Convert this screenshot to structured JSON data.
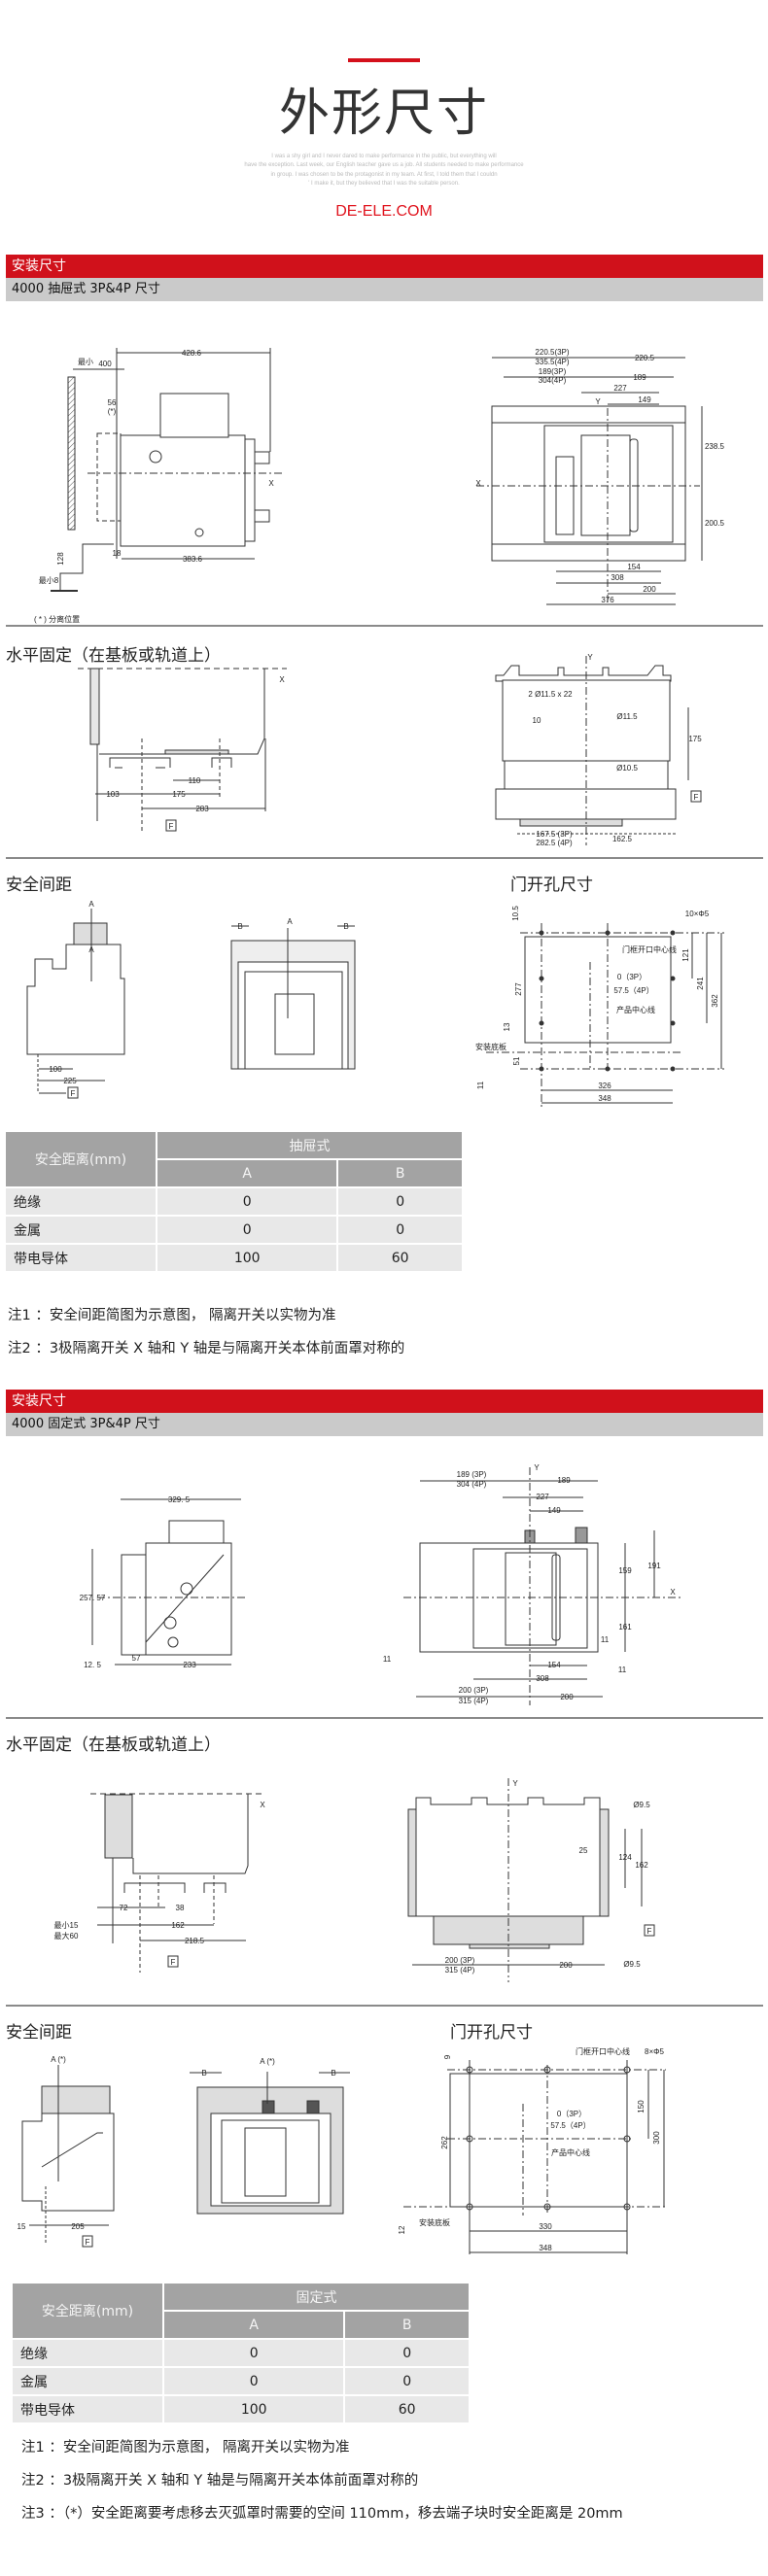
{
  "header": {
    "title": "外形尺寸",
    "filler_text": [
      "I was a shy girl and I never dared to make performance in the public, but everything will",
      "have the exception. Last week, our English teacher gave us a job. All students needed to make performance",
      "in group. I was chosen to be the protagonist in my team. At first, I told them that I couldn",
      "' I make it, but they believed that I was the suitable person."
    ],
    "site": "DE-ELE.COM"
  },
  "colors": {
    "brand_red": "#d0111b",
    "subtitle_bar": "#cacaca",
    "table_header": "#a3a3a3",
    "table_cell": "#e8e8e8"
  },
  "sections": [
    {
      "bar": "安装尺寸",
      "subtitle": "4000 抽屉式 3P&4P 尺寸"
    },
    {
      "bar": "安装尺寸",
      "subtitle": "4000 固定式 3P&4P 尺寸"
    }
  ],
  "headings": {
    "horizontal_fixing": "水平固定（在基板或轨道上）",
    "safety_clearance": "安全间距",
    "door_cutout": "门开孔尺寸"
  },
  "drawings": {
    "drawout_side": [
      "428.6",
      "最小",
      "400",
      "56",
      "(*)",
      "X",
      "18",
      "383.6",
      "128",
      "最小8",
      "( * ) 分离位置"
    ],
    "drawout_front": [
      "220.5(3P)",
      "335.5(4P)",
      "220.5",
      "189(3P)",
      "304(4P)",
      "189",
      "227",
      "149",
      "Y",
      "X",
      "238.5",
      "200.5",
      "154",
      "308",
      "200",
      "376"
    ],
    "drawout_fix_side": [
      "X",
      "110",
      "103",
      "175",
      "283",
      "F"
    ],
    "drawout_fix_front": [
      "Y",
      "2 Ø11.5 x 22",
      "10",
      "Ø11.5",
      "175",
      "Ø10.5",
      "F",
      "167.5 (3P)",
      "282.5 (4P)",
      "162.5"
    ],
    "drawout_safety_side": [
      "A",
      "A",
      "100",
      "225",
      "F"
    ],
    "drawout_safety_front": [
      "B",
      "A",
      "B"
    ],
    "drawout_door": [
      "10.5",
      "10×Φ5",
      "门框开口中心线",
      "121",
      "241",
      "362",
      "277",
      "0（3P）",
      "57.5（4P）",
      "产品中心线",
      "13",
      "安装底板",
      "51",
      "11",
      "326",
      "348"
    ],
    "fixed_side": [
      "329. 5",
      "257. 57",
      "12. 5",
      "57",
      "233"
    ],
    "fixed_front": [
      "189 (3P)",
      "304 (4P)",
      "Y",
      "189",
      "227",
      "149",
      "159",
      "191",
      "X",
      "161",
      "11",
      "11",
      "154",
      "308",
      "11",
      "200 (3P)",
      "315 (4P)",
      "200"
    ],
    "fixed_fix_side": [
      "X",
      "72",
      "38",
      "最小15",
      "最大60",
      "162",
      "218.5",
      "F"
    ],
    "fixed_fix_front": [
      "Y",
      "Ø9.5",
      "25",
      "124",
      "162",
      "F",
      "200 (3P)",
      "315 (4P)",
      "200",
      "Ø9.5"
    ],
    "fixed_safety_side": [
      "A (*)",
      "15",
      "205",
      "F"
    ],
    "fixed_safety_front": [
      "B",
      "A (*)",
      "B"
    ],
    "fixed_door": [
      "门框开口中心线",
      "8×Φ5",
      "9",
      "0（3P）",
      "57.5（4P）",
      "150",
      "300",
      "262",
      "产品中心线",
      "12",
      "安装底板",
      "330",
      "348"
    ]
  },
  "table_drawout": {
    "corner": "安全距离(mm)",
    "group": "抽屉式",
    "cols": [
      "A",
      "B"
    ],
    "rows": [
      {
        "label": "绝缘",
        "a": "0",
        "b": "0"
      },
      {
        "label": "金属",
        "a": "0",
        "b": "0"
      },
      {
        "label": "带电导体",
        "a": "100",
        "b": "60"
      }
    ]
  },
  "notes_drawout": [
    "注1 ：安全间距简图为示意图， 隔离开关以实物为准",
    "注2 ：3极隔离开关 X 轴和 Y 轴是与隔离开关本体前面罩对称的"
  ],
  "table_fixed": {
    "corner": "安全距离(mm)",
    "group": "固定式",
    "cols": [
      "A",
      "B"
    ],
    "rows": [
      {
        "label": "绝缘",
        "a": "0",
        "b": "0"
      },
      {
        "label": "金属",
        "a": "0",
        "b": "0"
      },
      {
        "label": "带电导体",
        "a": "100",
        "b": "60"
      }
    ]
  },
  "notes_fixed": [
    "注1 ：安全间距简图为示意图， 隔离开关以实物为准",
    "注2 ：3极隔离开关 X 轴和 Y 轴是与隔离开关本体前面罩对称的",
    "注3 ：（*）安全距离要考虑移去灭弧罩时需要的空间 110mm，移去端子块时安全距离是 20mm"
  ]
}
